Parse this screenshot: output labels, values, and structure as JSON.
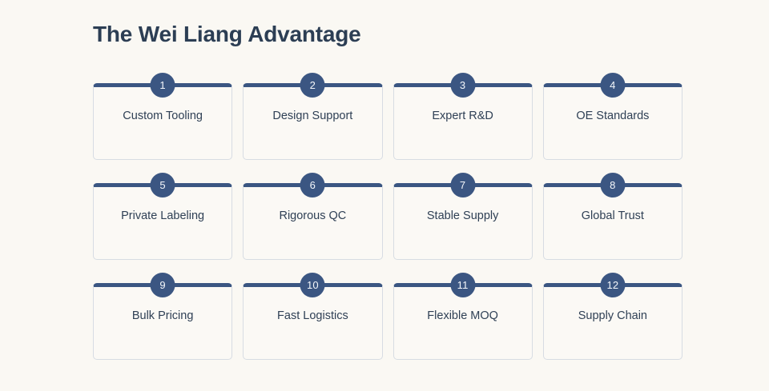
{
  "header": {
    "title": "The Wei Liang Advantage"
  },
  "theme": {
    "background": "#faf8f3",
    "card_background": "#fbf9f5",
    "accent": "#3b5682",
    "card_border": "#d7dce3",
    "title_color": "#2c3e54",
    "label_color": "#2f4055",
    "badge_text_color": "#f4f7fb"
  },
  "grid": {
    "columns": 4,
    "rows": 3,
    "cards": [
      {
        "number": "1",
        "label": "Custom Tooling"
      },
      {
        "number": "2",
        "label": "Design Support"
      },
      {
        "number": "3",
        "label": "Expert R&D"
      },
      {
        "number": "4",
        "label": "OE Standards"
      },
      {
        "number": "5",
        "label": "Private Labeling"
      },
      {
        "number": "6",
        "label": "Rigorous QC"
      },
      {
        "number": "7",
        "label": "Stable Supply"
      },
      {
        "number": "8",
        "label": "Global Trust"
      },
      {
        "number": "9",
        "label": "Bulk Pricing"
      },
      {
        "number": "10",
        "label": "Fast Logistics"
      },
      {
        "number": "11",
        "label": "Flexible MOQ"
      },
      {
        "number": "12",
        "label": "Supply Chain"
      }
    ]
  }
}
